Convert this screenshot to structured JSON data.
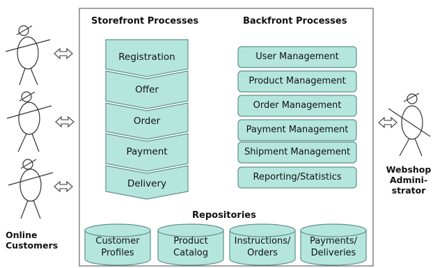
{
  "headers": {
    "storefront": "Storefront Processes",
    "backfront": "Backfront Processes",
    "repositories": "Repositories"
  },
  "storefront_steps": [
    "Registration",
    "Offer",
    "Order",
    "Payment",
    "Delivery"
  ],
  "backfront_processes": [
    "User Management",
    "Product Management",
    "Order Management",
    "Payment Management",
    "Shipment Management",
    "Reporting/Statistics"
  ],
  "repositories": [
    {
      "line1": "Customer",
      "line2": "Profiles"
    },
    {
      "line1": "Product",
      "line2": "Catalog"
    },
    {
      "line1": "Instructions/",
      "line2": "Orders"
    },
    {
      "line1": "Payments/",
      "line2": "Deliveries"
    }
  ],
  "actors": {
    "customers": {
      "line1": "Online",
      "line2": "Customers"
    },
    "admin": {
      "line1": "Webshop",
      "line2": "Admini-",
      "line3": "strator"
    }
  },
  "colors": {
    "box_fill": "#b5e6de",
    "box_stroke": "#5f8f89",
    "frame_stroke": "#666666",
    "line": "#222222"
  }
}
